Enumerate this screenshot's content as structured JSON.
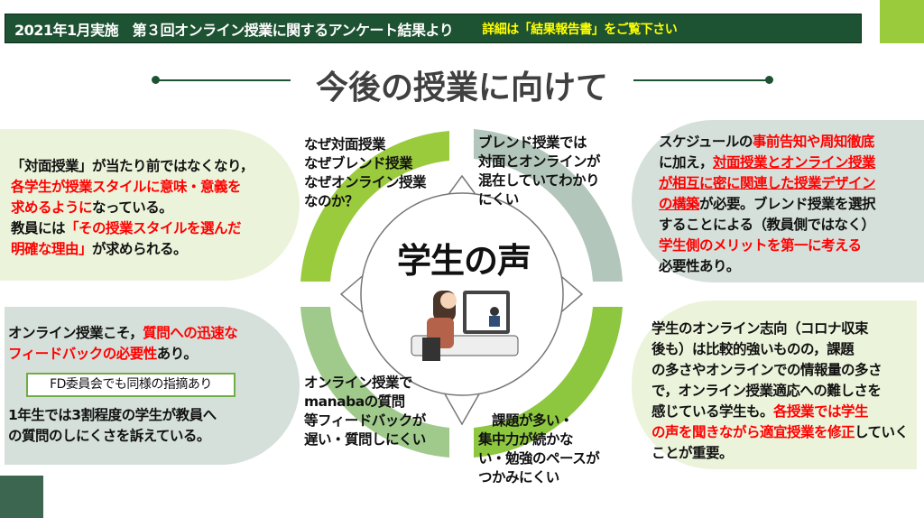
{
  "header": {
    "title": "2021年1月実施　第３回オンライン授業に関するアンケート結果より",
    "detail": "詳細は「結果報告書」をご覧下さい"
  },
  "page_title": "今後の授業に向けて",
  "center_label": "学生の声",
  "quadrants": {
    "top_left": [
      "なぜ対面授業",
      "なぜブレンド授業",
      "なぜオンライン授業",
      "なのか？"
    ],
    "top_right": [
      "ブレンド授業では",
      "対面とオンラインが",
      "混在していてわかり",
      "にくい"
    ],
    "bottom_left": [
      "オンライン授業で",
      "manabaの質問",
      "等フィードバックが",
      "遅い・質問しにくい"
    ],
    "bottom_right": [
      "　課題が多い・",
      "集中力が続かな",
      "い・勉強のペースが",
      "つかみにくい"
    ]
  },
  "panel_top_left": {
    "a": "「対面授業」が当たり前ではなくなり，",
    "b": "各学生が授業スタイルに意味・意義を",
    "c": "求めるように",
    "d": "なっている。",
    "e": "教員には",
    "f": "「その授業スタイルを選んだ",
    "g": "明確な理由」",
    "h": "が求められる。"
  },
  "panel_top_right": {
    "a": "スケジュールの",
    "b": "事前告知や周知徹底",
    "c": "に加え，",
    "d": "対面授業とオンライン授業",
    "e": "が相互に密に関連した授業デザイン",
    "f": "の構築",
    "g": "が必要。ブレンド授業を選択",
    "h": "することによる（教員側ではなく）",
    "i": "学生側のメリットを第一に考える",
    "j": "必要性あり。"
  },
  "panel_bottom_left": {
    "a": "オンライン授業こそ，",
    "b": "質問への迅速な",
    "c": "フィードバックの必要性",
    "d": "あり。",
    "note": "FD委員会でも同様の指摘あり",
    "e": "1年生では3割程度の学生が教員へ",
    "f": "の質問のしにくさを訴えている。"
  },
  "panel_bottom_right": {
    "a": "学生のオンライン志向（コロナ収束",
    "b": "後も）は比較的強いものの，課題",
    "c": "の多さやオンラインでの情報量の多さ",
    "d": "で，オンライン授業適応への難しさを",
    "e": "感じている学生も。",
    "f": "各授業では学生",
    "g": "の声を聞きながら適宜授業を修正",
    "h": "していくことが重要。"
  },
  "colors": {
    "header": "#1d5232",
    "accent": "#9acb3c",
    "red": "#ff0000"
  }
}
